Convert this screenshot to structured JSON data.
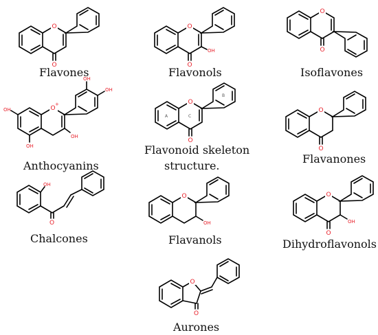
{
  "structures": [
    {
      "key": "flavones",
      "caption_lines": [
        "Flavones"
      ]
    },
    {
      "key": "flavonols",
      "caption_lines": [
        "Flavonols"
      ]
    },
    {
      "key": "isoflavones",
      "caption_lines": [
        "Isoflavones"
      ]
    },
    {
      "key": "anthocyanins",
      "caption_lines": [
        "Anthocyanins"
      ]
    },
    {
      "key": "skeleton",
      "caption_lines": [
        "Flavonoid skeleton",
        "structure."
      ]
    },
    {
      "key": "flavanones",
      "caption_lines": [
        "Flavanones"
      ]
    },
    {
      "key": "chalcones",
      "caption_lines": [
        "Chalcones"
      ]
    },
    {
      "key": "flavanols",
      "caption_lines": [
        "Flavanols"
      ]
    },
    {
      "key": "dihydroflavonols",
      "caption_lines": [
        "Dihydroflavonols"
      ]
    },
    {
      "key": "aurones",
      "caption_lines": [
        "Aurones"
      ]
    }
  ],
  "atom_labels": {
    "oxygen": "O",
    "oxonium": "O",
    "oxonium_charge": "+",
    "hydroxyl": "OH",
    "ring_a": "A",
    "ring_b": "B",
    "ring_c": "C"
  },
  "colors": {
    "heteroatom": "#e8202a",
    "bond": "#000000",
    "text": "#111111"
  }
}
